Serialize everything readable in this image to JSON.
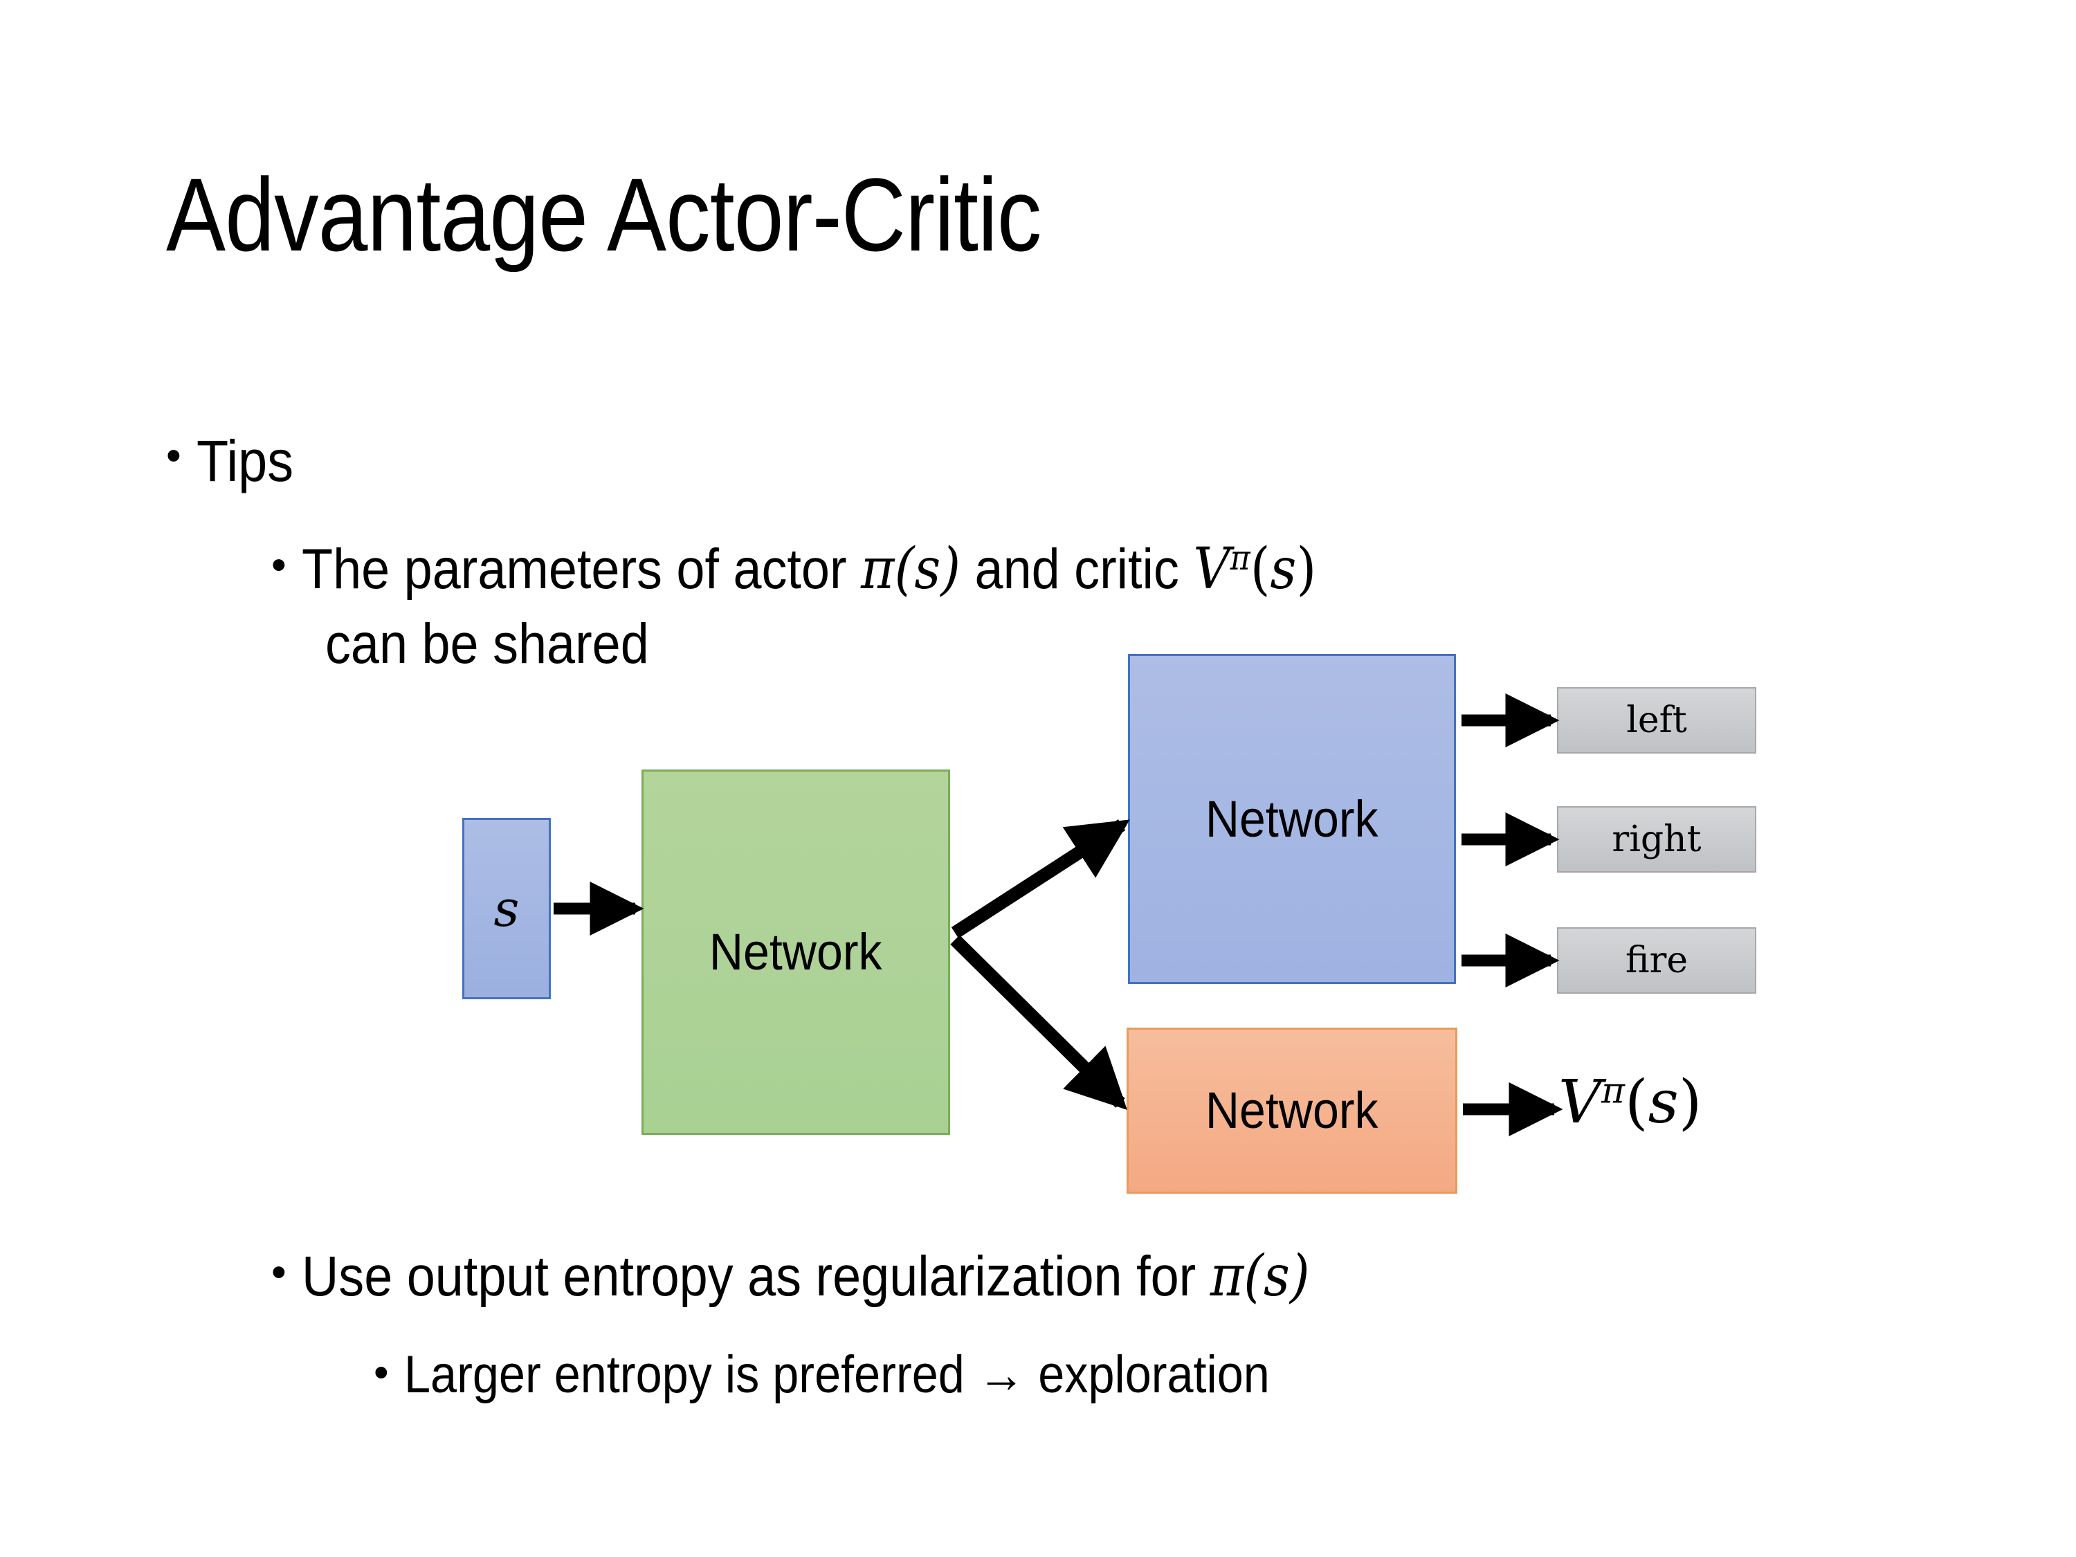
{
  "slide": {
    "title": "Advantage Actor-Critic",
    "background_color": "#ffffff",
    "text_color": "#000000"
  },
  "bullets": [
    {
      "level": 1,
      "text": "Tips"
    },
    {
      "level": 2,
      "text_before_math": "The parameters of actor ",
      "math_1": "π(s)",
      "text_middle": "  and critic ",
      "math_2": "Vπ(s)"
    },
    {
      "level": 2,
      "text": "can be shared"
    },
    {
      "level": 2,
      "text_before_math": "Use output entropy as regularization for ",
      "math_1": "π(s)"
    },
    {
      "level": 3,
      "text": "Larger entropy is preferred → exploration"
    }
  ],
  "bullet_text": {
    "tips": "Tips",
    "params_pre": "The parameters of actor ",
    "params_mid": "  and critic ",
    "shared": "can be shared",
    "entropy_pre": "Use output entropy as regularization for ",
    "larger": "Larger entropy is preferred → exploration"
  },
  "math": {
    "pi_open": "π(",
    "s": "s",
    "close": ")",
    "V": "V",
    "pi_sup": "π",
    "state_symbol": "s",
    "vpi_full": "Vπ(s)"
  },
  "diagram": {
    "nodes": {
      "state": {
        "label": "s",
        "fill": "#a3b6e2",
        "border": "#4472c4"
      },
      "shared_network": {
        "label": "Network",
        "fill": "#aed38f",
        "border": "#7aad56"
      },
      "actor_network": {
        "label": "Network",
        "fill": "#a3b6e2",
        "border": "#4472c4"
      },
      "critic_network": {
        "label": "Network",
        "fill": "#f4ad88",
        "border": "#e89a5c"
      }
    },
    "actions": [
      {
        "label": "left",
        "fill": "#c8cacc",
        "border": "#a6a9ac"
      },
      {
        "label": "right",
        "fill": "#c8cacc",
        "border": "#a6a9ac"
      },
      {
        "label": "fire",
        "fill": "#c8cacc",
        "border": "#a6a9ac"
      }
    ],
    "value_output": "Vπ(s)",
    "arrow_color": "#000000",
    "arrow_count": 6
  }
}
